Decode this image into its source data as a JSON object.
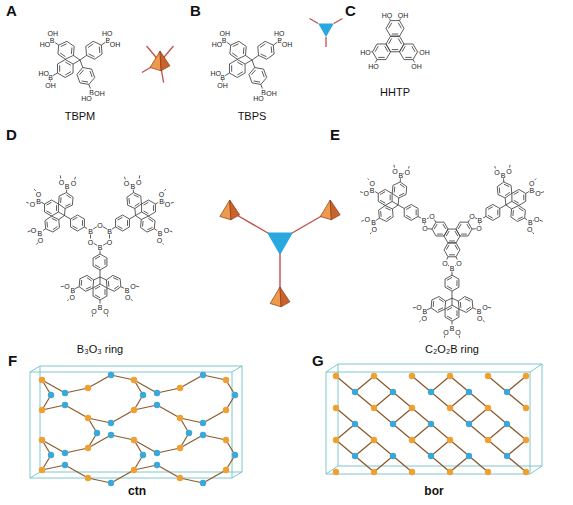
{
  "diagram": {
    "labels": [
      "A",
      "TBPM",
      "B",
      "TBPS",
      "C",
      "HHTP",
      "D",
      "B₃O₃ ring",
      "E",
      "C₂O₂B ring",
      "F",
      "ctn",
      "G",
      "bor",
      "B",
      "HO",
      "OH",
      "B",
      "HO",
      "OH",
      "B",
      "OH",
      "HO",
      "B",
      "OH",
      "HO",
      "B",
      "HO",
      "OH",
      "B",
      "HO",
      "OH",
      "B",
      "OH",
      "HO",
      "B",
      "OH",
      "HO",
      "HO",
      "OH",
      "OH",
      "OH",
      "HO",
      "HO",
      "B",
      "O",
      "B",
      "O",
      "B",
      "O",
      "B",
      "O",
      "O",
      "B",
      "O",
      "O",
      "B",
      "O",
      "O",
      "B",
      "O",
      "O",
      "B",
      "O",
      "O",
      "B",
      "O",
      "O",
      "B",
      "O",
      "O",
      "B",
      "O",
      "O",
      "B",
      "O",
      "O",
      "O",
      "B",
      "O",
      "O",
      "B",
      "O",
      "O",
      "B",
      "O",
      "B",
      "O",
      "O",
      "B",
      "O",
      "O",
      "B",
      "O",
      "O",
      "B",
      "O",
      "O",
      "B",
      "O",
      "O",
      "B",
      "O",
      "O",
      "B",
      "O",
      "O",
      "B",
      "O",
      "O",
      "B",
      "O",
      "O"
    ]
  }
}
